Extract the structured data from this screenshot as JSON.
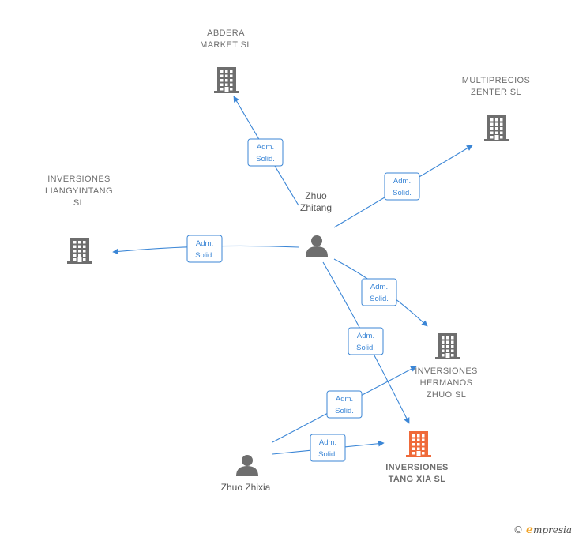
{
  "colors": {
    "edge": "#3b86d6",
    "company": "#6e6e6e",
    "company_highlight": "#ef6a3a",
    "person": "#6e6e6e"
  },
  "nodes": [
    {
      "id": "zhuo_zhitang",
      "type": "person",
      "lines": [
        "Zhuo",
        "Zhitang"
      ]
    },
    {
      "id": "zhuo_zhixia",
      "type": "person",
      "lines": [
        "Zhuo Zhixia"
      ]
    },
    {
      "id": "abdera",
      "type": "company",
      "lines": [
        "ABDERA",
        "MARKET  SL"
      ]
    },
    {
      "id": "multiprecios",
      "type": "company",
      "lines": [
        "MULTIPRECIOS",
        "ZENTER SL"
      ]
    },
    {
      "id": "liangyintang",
      "type": "company",
      "lines": [
        "INVERSIONES",
        "LIANGYINTANG",
        "SL"
      ]
    },
    {
      "id": "hermanos",
      "type": "company",
      "lines": [
        "INVERSIONES",
        "HERMANOS",
        "ZHUO  SL"
      ]
    },
    {
      "id": "tangxia",
      "type": "company",
      "highlight": true,
      "lines": [
        "INVERSIONES",
        "TANG XIA  SL"
      ]
    }
  ],
  "edges": [
    {
      "from": "zhuo_zhitang",
      "to": "abdera",
      "label": [
        "Adm.",
        "Solid."
      ]
    },
    {
      "from": "zhuo_zhitang",
      "to": "multiprecios",
      "label": [
        "Adm.",
        "Solid."
      ]
    },
    {
      "from": "zhuo_zhitang",
      "to": "liangyintang",
      "label": [
        "Adm.",
        "Solid."
      ]
    },
    {
      "from": "zhuo_zhitang",
      "to": "hermanos",
      "label": [
        "Adm.",
        "Solid."
      ]
    },
    {
      "from": "zhuo_zhitang",
      "to": "tangxia",
      "label": [
        "Adm.",
        "Solid."
      ]
    },
    {
      "from": "zhuo_zhixia",
      "to": "hermanos",
      "label": [
        "Adm.",
        "Solid."
      ]
    },
    {
      "from": "zhuo_zhixia",
      "to": "tangxia",
      "label": [
        "Adm.",
        "Solid."
      ]
    }
  ],
  "footer": {
    "copyright": "©",
    "brand_initial": "e",
    "brand_rest": "mpresia"
  }
}
